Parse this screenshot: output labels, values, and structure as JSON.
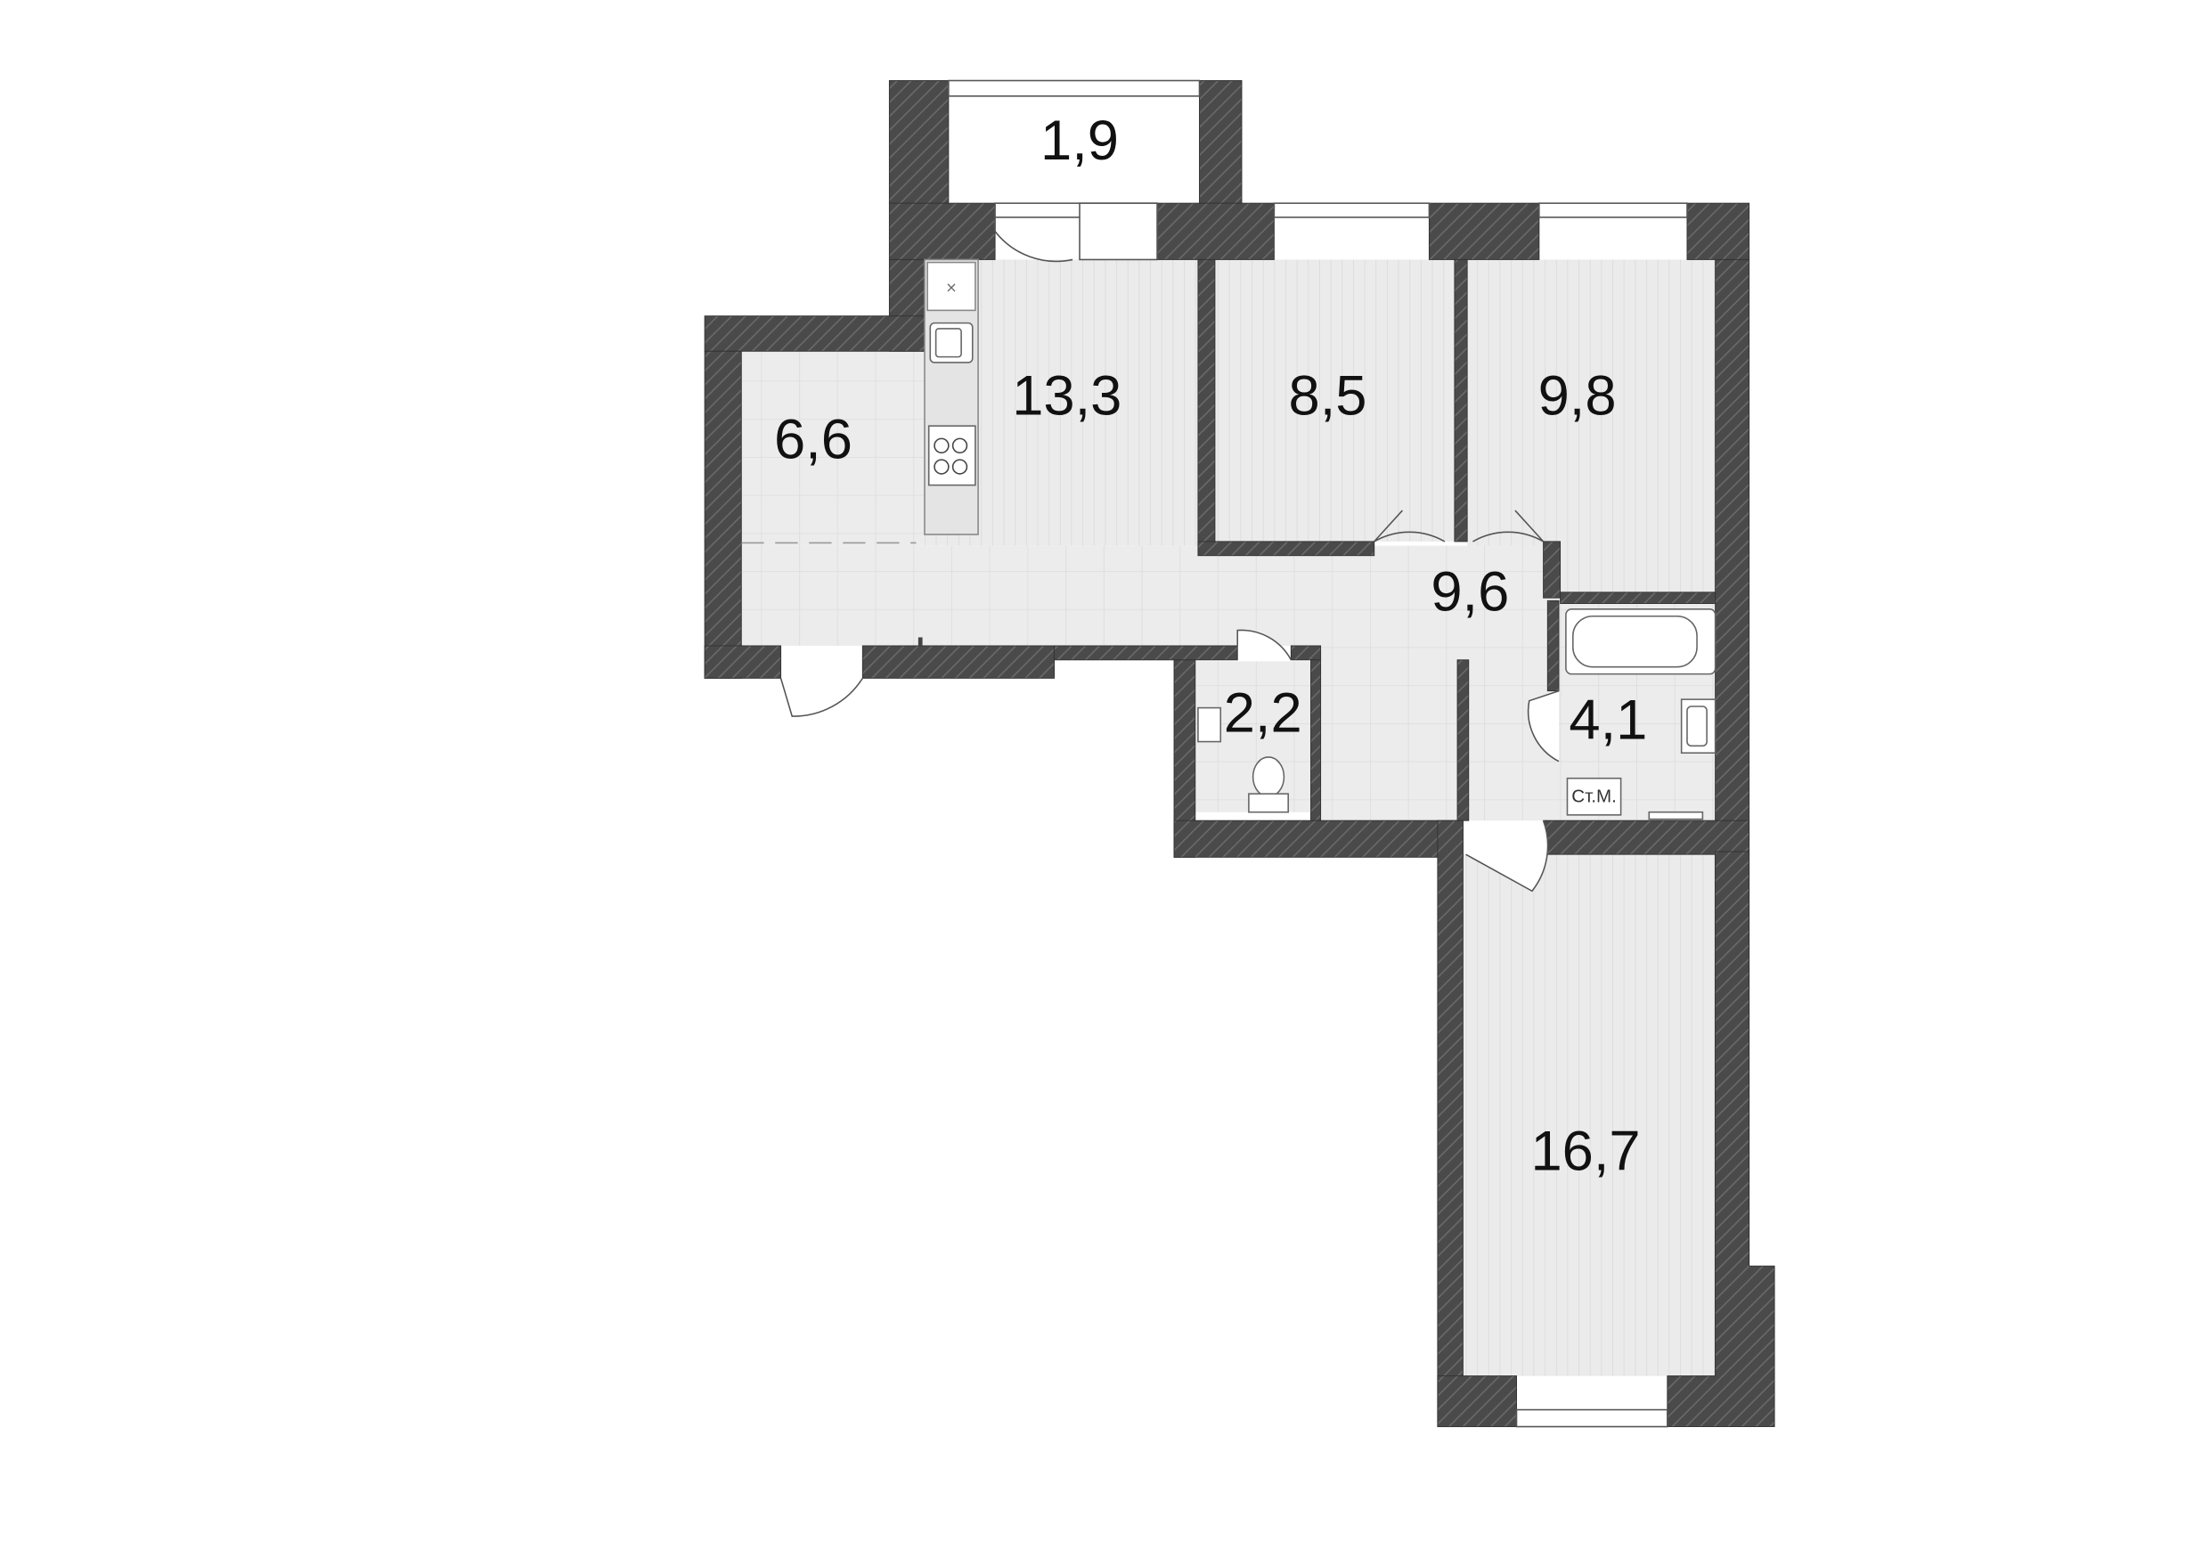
{
  "plan": {
    "rooms": [
      {
        "id": "balcony",
        "area_label": "1,9"
      },
      {
        "id": "kitchen",
        "area_label": "13,3"
      },
      {
        "id": "bedroom-small",
        "area_label": "8,5"
      },
      {
        "id": "bedroom-right",
        "area_label": "9,8"
      },
      {
        "id": "dining",
        "area_label": "6,6"
      },
      {
        "id": "hall",
        "area_label": "9,6"
      },
      {
        "id": "wc",
        "area_label": "2,2"
      },
      {
        "id": "bathroom",
        "area_label": "4,1"
      },
      {
        "id": "living",
        "area_label": "16,7"
      }
    ],
    "washer_label": "Ст.М.",
    "colors": {
      "wall": "#4a4a4a",
      "floor_plank": "#ebebeb",
      "floor_tile": "#ececec",
      "fixture": "#ffffff",
      "text": "#111111"
    }
  }
}
